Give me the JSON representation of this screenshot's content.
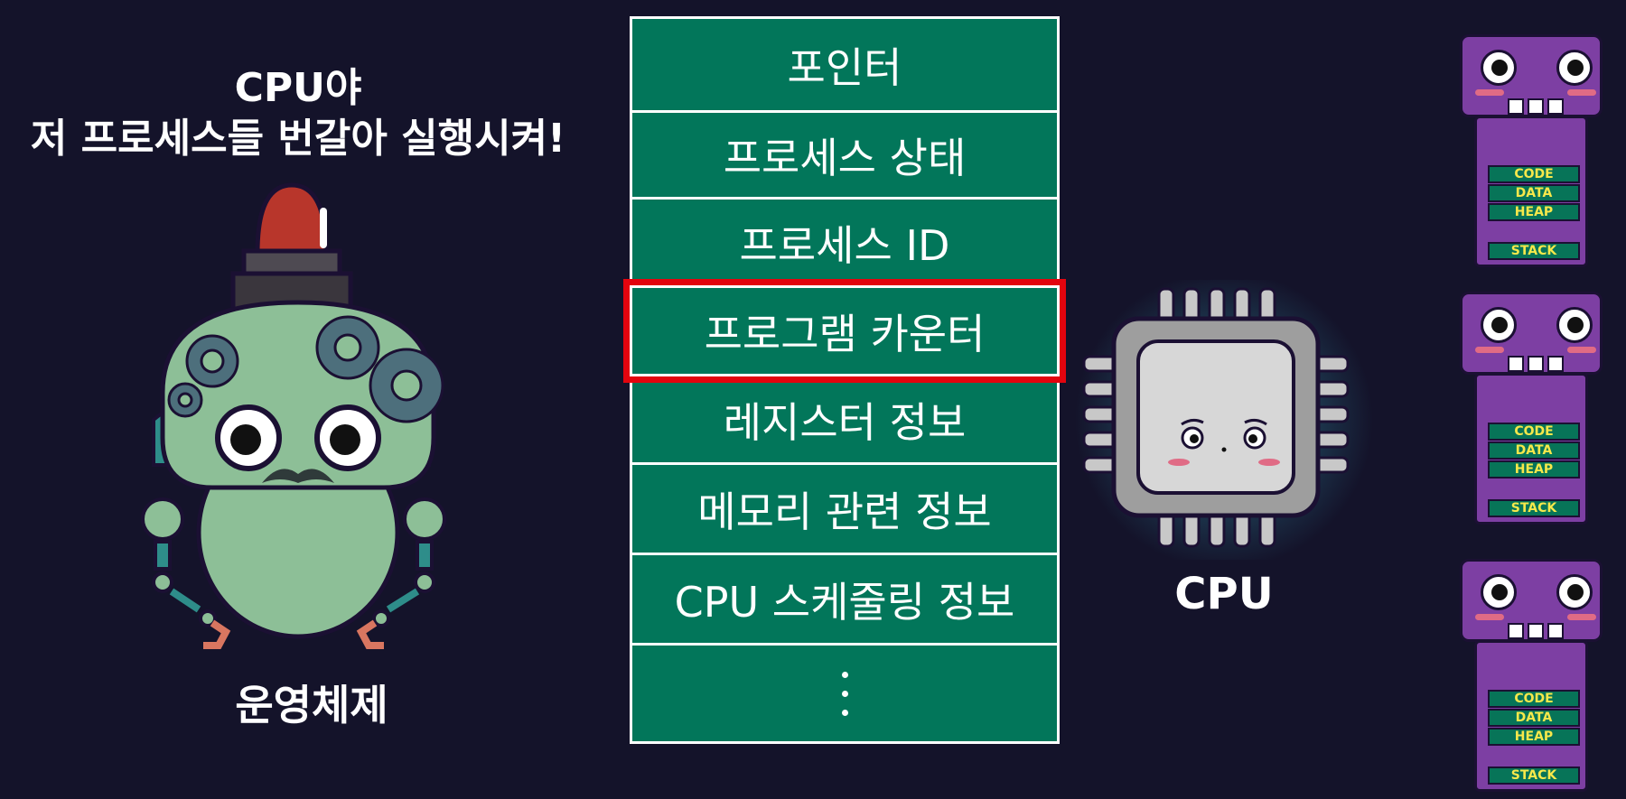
{
  "speech": {
    "line1": "CPU야",
    "line2": "저 프로세스들 번갈아 실행시켜!"
  },
  "os_label": "운영체제",
  "pcb": {
    "rows": [
      "포인터",
      "프로세스 상태",
      "프로세스 ID",
      "프로그램 카운터",
      "레지스터 정보",
      "메모리 관련 정보",
      "CPU 스케줄링 정보"
    ],
    "highlighted_row": 3,
    "highlight_color": "#e3040e",
    "row_color": "#02765a"
  },
  "cpu_label": "CPU",
  "process_segments": {
    "code": "CODE",
    "data": "DATA",
    "heap": "HEAP",
    "stack": "STACK"
  },
  "colors": {
    "background": "#14132a",
    "process_body": "#7d3fa3",
    "segment": "#077458",
    "segment_text": "#f7e84a",
    "robot": "#8dbf97",
    "robot_light": "#b8362b"
  }
}
